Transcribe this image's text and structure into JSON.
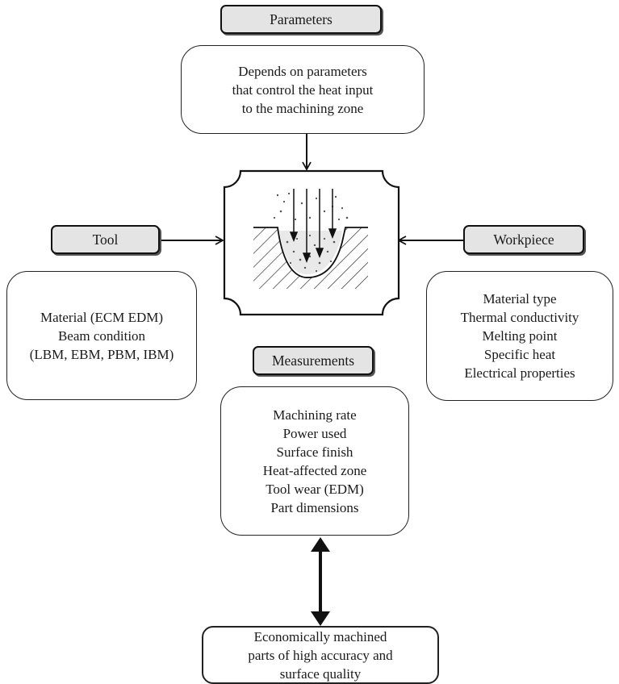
{
  "labels": {
    "parameters": "Parameters",
    "tool": "Tool",
    "workpiece": "Workpiece",
    "measurements": "Measurements"
  },
  "parameters_box": {
    "lines": [
      "Depends on parameters",
      "that control the heat input",
      "to the machining zone"
    ]
  },
  "tool_box": {
    "lines": [
      "Material (ECM EDM)",
      "Beam condition",
      "(LBM, EBM, PBM, IBM)"
    ]
  },
  "workpiece_box": {
    "lines": [
      "Material type",
      "Thermal conductivity",
      "Melting point",
      "Specific heat",
      "Electrical properties"
    ]
  },
  "measurements_box": {
    "lines": [
      "Machining rate",
      "Power used",
      "Surface finish",
      "Heat-affected zone",
      "Tool wear (EDM)",
      "Part dimensions"
    ]
  },
  "result_box": {
    "lines": [
      "Economically machined",
      "parts of high accuracy and",
      "surface quality"
    ]
  },
  "colors": {
    "label_fill": "#e4e4e4",
    "stroke": "#111111"
  }
}
